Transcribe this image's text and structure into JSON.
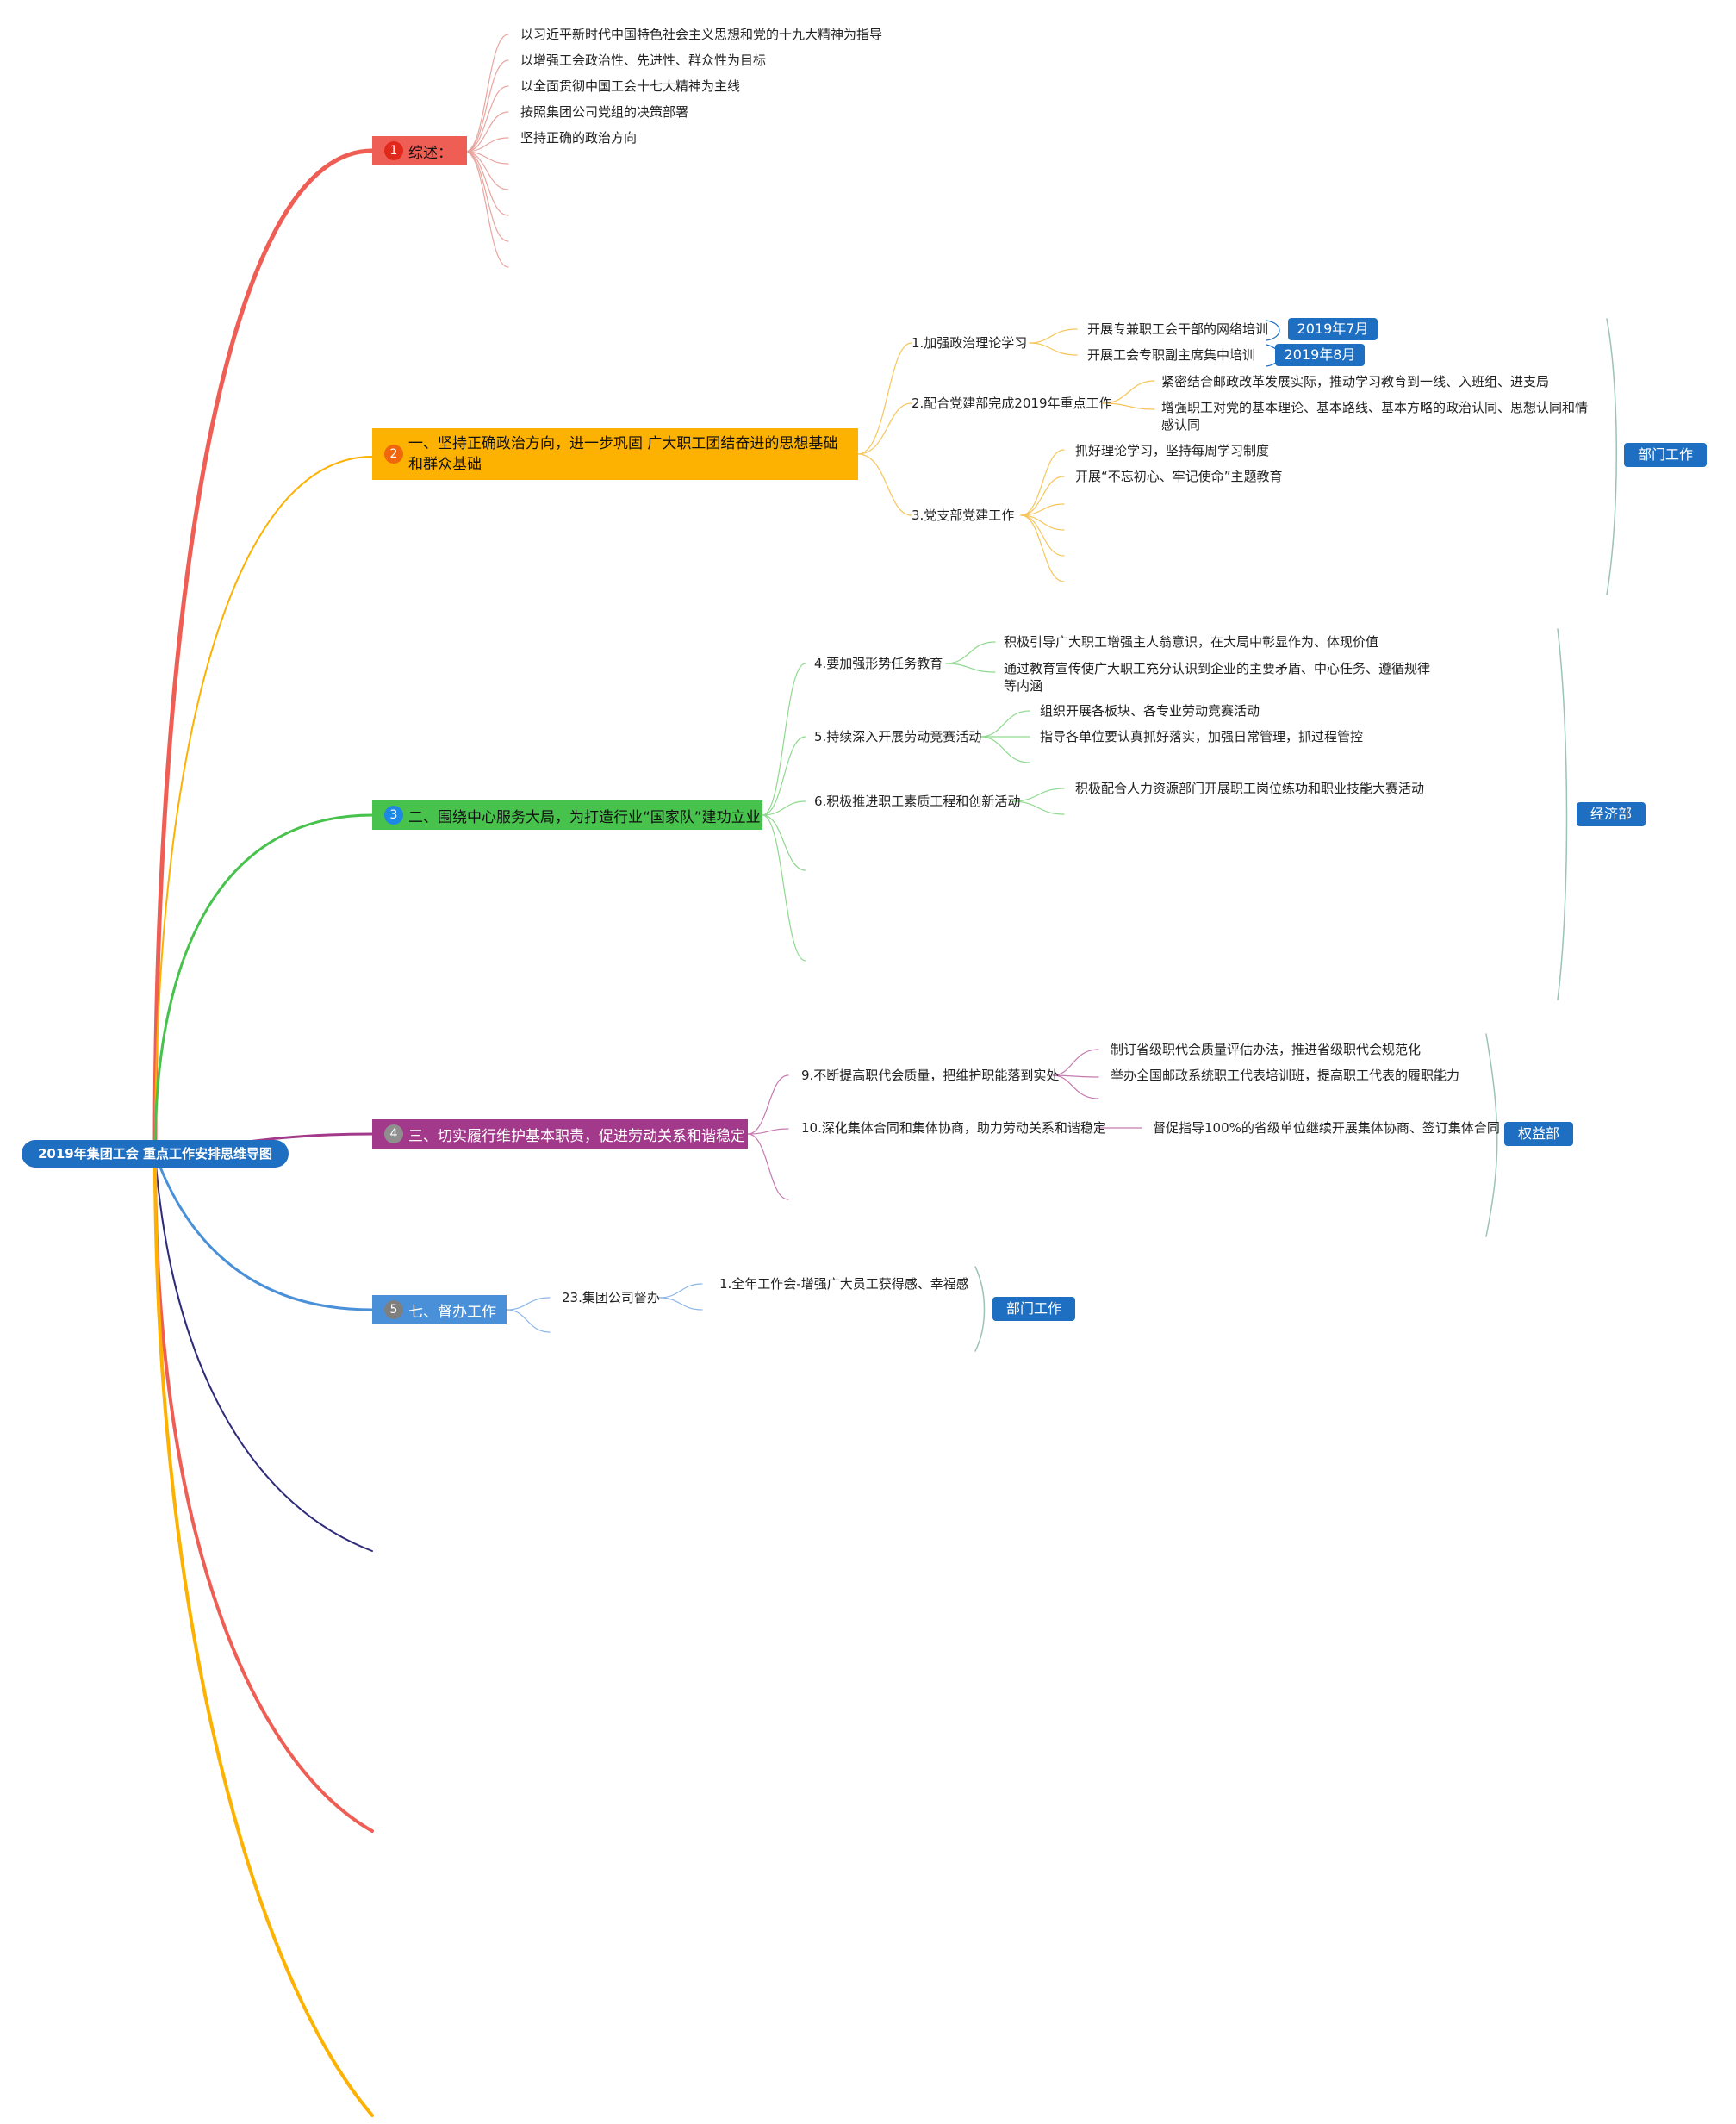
{
  "root": {
    "label": "2019年集团工会 重点工作安排思维导图"
  },
  "colors": {
    "root": "#1e6fc1",
    "tag": "#1e6fc1"
  },
  "branches": [
    {
      "num": "1",
      "label": "综述：",
      "color": "#ef5e55",
      "badge": "#e0281b"
    },
    {
      "num": "2",
      "label": "一、坚持正确政治方向，进一步巩固 广大职工团结奋进的思想基础和群众基础",
      "color": "#fdb100",
      "badge": "#f0660c"
    },
    {
      "num": "3",
      "label": "二、围绕中心服务大局，为打造行业“国家队”建功立业",
      "color": "#47c24c",
      "badge": "#1e88e5"
    },
    {
      "num": "4",
      "label": "三、切实履行维护基本职责，促进劳动关系和谐稳定",
      "color": "#a3398a",
      "badge": "#8f8f8f"
    },
    {
      "num": "5",
      "label": "七、督办工作",
      "color": "#4a90d9",
      "badge": "#7f7f7f"
    }
  ],
  "summary": [
    "以习近平新时代中国特色社会主义思想和党的十九大精神为指导",
    "以增强工会政治性、先进性、群众性为目标",
    "以全面贯彻中国工会十七大精神为主线",
    "按照集团公司党组的决策部署",
    "坚持正确的政治方向"
  ],
  "b2": {
    "items": [
      "1.加强政治理论学习",
      "2.配合党建部完成2019年重点工作",
      "3.党支部党建工作"
    ],
    "sub1": [
      "开展专兼职工会干部的网络培训",
      "开展工会专职副主席集中培训"
    ],
    "sub1_tags": [
      "2019年7月",
      "2019年8月"
    ],
    "sub2": [
      "紧密结合邮政改革发展实际，推动学习教育到一线、入班组、进支局",
      "增强职工对党的基本理论、基本路线、基本方略的政治认同、思想认同和情感认同"
    ],
    "sub3": [
      "抓好理论学习，坚持每周学习制度",
      "开展“不忘初心、牢记使命”主题教育"
    ],
    "dept": "部门工作"
  },
  "b3": {
    "items": [
      "4.要加强形势任务教育",
      "5.持续深入开展劳动竞赛活动",
      "6.积极推进职工素质工程和创新活动"
    ],
    "sub4": [
      "积极引导广大职工增强主人翁意识，在大局中彰显作为、体现价值",
      "通过教育宣传使广大职工充分认识到企业的主要矛盾、中心任务、遵循规律等内涵"
    ],
    "sub5": [
      "组织开展各板块、各专业劳动竞赛活动",
      "指导各单位要认真抓好落实，加强日常管理，抓过程管控"
    ],
    "sub6": [
      "积极配合人力资源部门开展职工岗位练功和职业技能大赛活动"
    ],
    "dept": "经济部"
  },
  "b4": {
    "items": [
      "9.不断提高职代会质量，把维护职能落到实处",
      "10.深化集体合同和集体协商，助力劳动关系和谐稳定"
    ],
    "sub9": [
      "制订省级职代会质量评估办法，推进省级职代会规范化",
      "举办全国邮政系统职工代表培训班，提高职工代表的履职能力"
    ],
    "sub10": [
      "督促指导100%的省级单位继续开展集体协商、签订集体合同"
    ],
    "dept": "权益部"
  },
  "b5": {
    "items": [
      "23.集团公司督办"
    ],
    "sub23": [
      "1.全年工作会-增强广大员工获得感、幸福感"
    ],
    "dept": "部门工作"
  },
  "extra_branch_colors": [
    "#2e2b7a",
    "#ef5e55",
    "#fdb100"
  ]
}
